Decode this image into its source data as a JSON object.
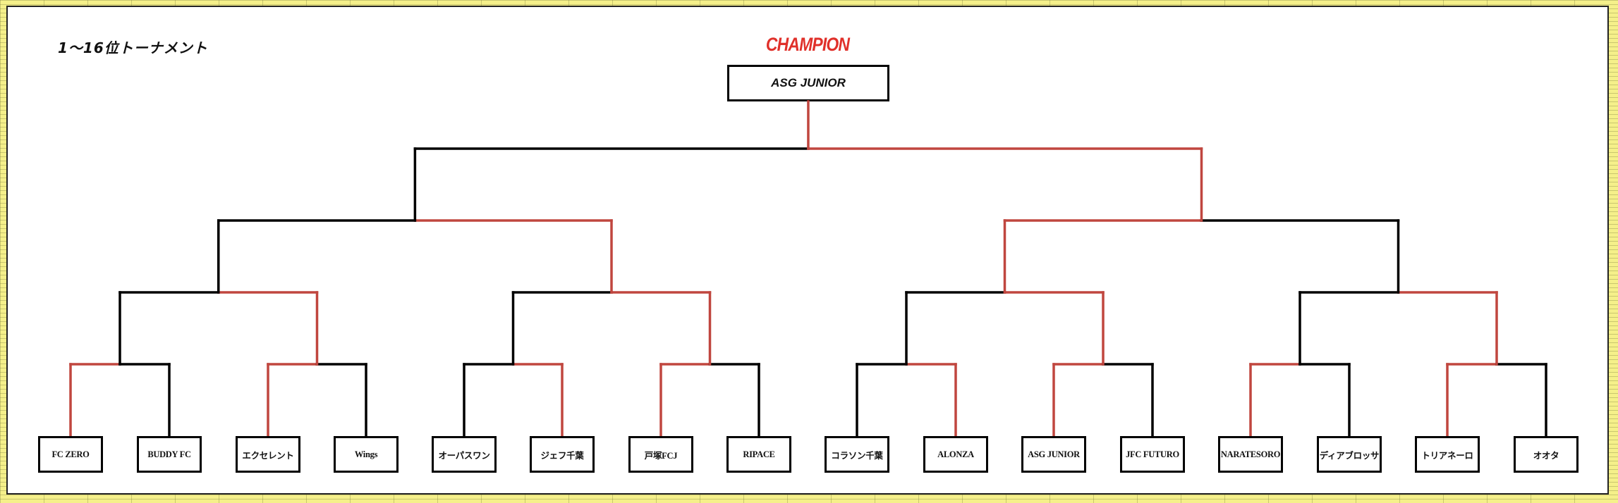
{
  "title": "1～16位トーナメント",
  "champion_label": "CHAMPION",
  "champion": "ASG JUNIOR",
  "colors": {
    "win_line": "#c0463f",
    "lose_line": "#000000",
    "champion_label": "#e0302a",
    "frame_background": "#f5f08a"
  },
  "teams": [
    "FC ZERO",
    "BUDDY FC",
    "エクセレント",
    "Wings",
    "オーパスワン",
    "ジェフ千葉",
    "戸塚FCJ",
    "RIPACE",
    "コラソン千葉",
    "ALONZA",
    "ASG JUNIOR",
    "JFC FUTURO",
    "NARATESORO",
    "ディアブロッサ",
    "トリアネーロ",
    "オオタ"
  ],
  "rounds": {
    "round1_winners": [
      "FC ZERO",
      "エクセレント",
      "ジェフ千葉",
      "戸塚FCJ",
      "ALONZA",
      "ASG JUNIOR",
      "NARATESORO",
      "トリアネーロ"
    ],
    "quarterfinal_winners": [
      "エクセレント",
      "戸塚FCJ",
      "ASG JUNIOR",
      "トリアネーロ"
    ],
    "semifinal_winners": [
      "戸塚FCJ",
      "ASG JUNIOR"
    ],
    "final_winner": "ASG JUNIOR"
  }
}
